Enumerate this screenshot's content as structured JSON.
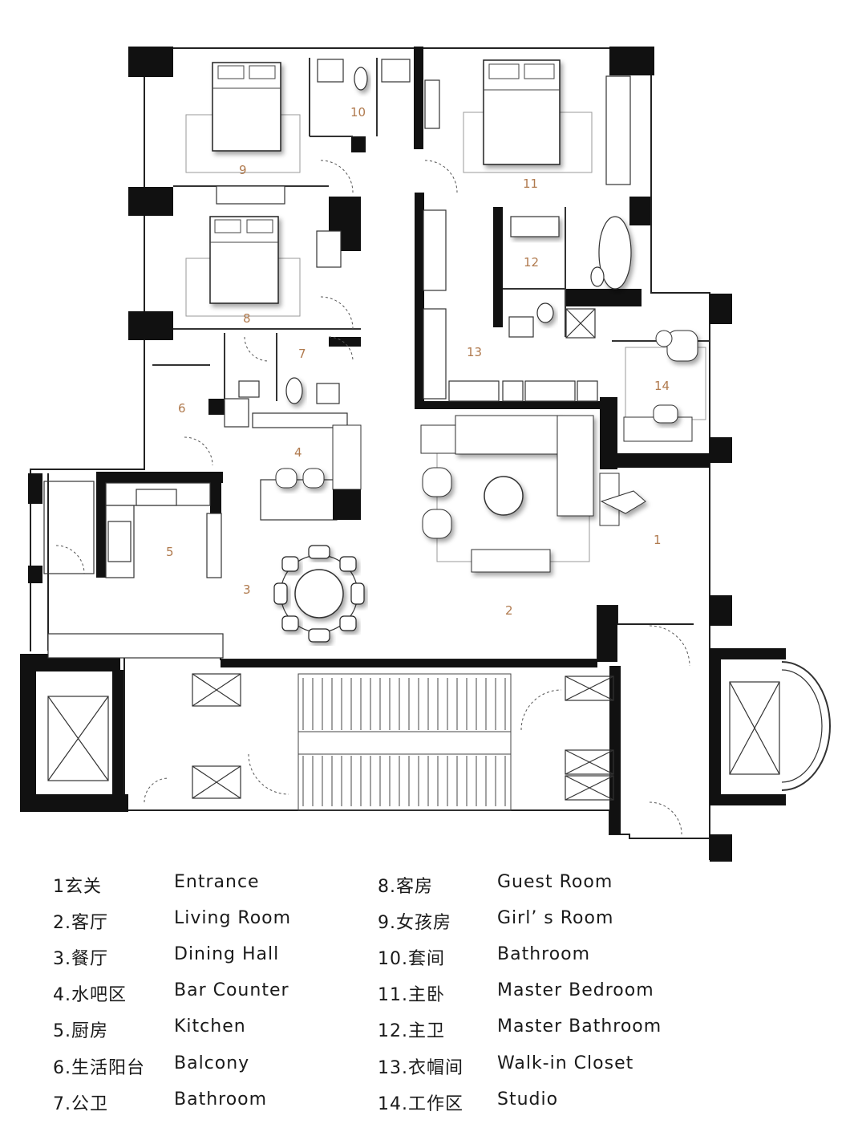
{
  "rooms": [
    {
      "num": "1",
      "cn": "1玄关",
      "en": "Entrance"
    },
    {
      "num": "2",
      "cn": "2.客厅",
      "en": "Living Room"
    },
    {
      "num": "3",
      "cn": "3.餐厅",
      "en": "Dining Hall"
    },
    {
      "num": "4",
      "cn": "4.水吧区",
      "en": "Bar  Counter"
    },
    {
      "num": "5",
      "cn": "5.厨房",
      "en": "Kitchen"
    },
    {
      "num": "6",
      "cn": "6.生活阳台",
      "en": "Balcony"
    },
    {
      "num": "7",
      "cn": "7.公卫",
      "en": "Bathroom"
    },
    {
      "num": "8",
      "cn": "8.客房",
      "en": "Guest Room"
    },
    {
      "num": "9",
      "cn": "9.女孩房",
      "en": "Girl’ s Room"
    },
    {
      "num": "10",
      "cn": "10.套间",
      "en": "Bathroom"
    },
    {
      "num": "11",
      "cn": "11.主卧",
      "en": "Master Bedroom"
    },
    {
      "num": "12",
      "cn": "12.主卫",
      "en": "Master Bathroom"
    },
    {
      "num": "13",
      "cn": "13.衣帽间",
      "en": "Walk-in Closet"
    },
    {
      "num": "14",
      "cn": "14.工作区",
      "en": "Studio"
    }
  ],
  "colors": {
    "wall": "#111111",
    "line": "#333333",
    "room_number": "#b07a4e",
    "text": "#1a1a1a"
  }
}
